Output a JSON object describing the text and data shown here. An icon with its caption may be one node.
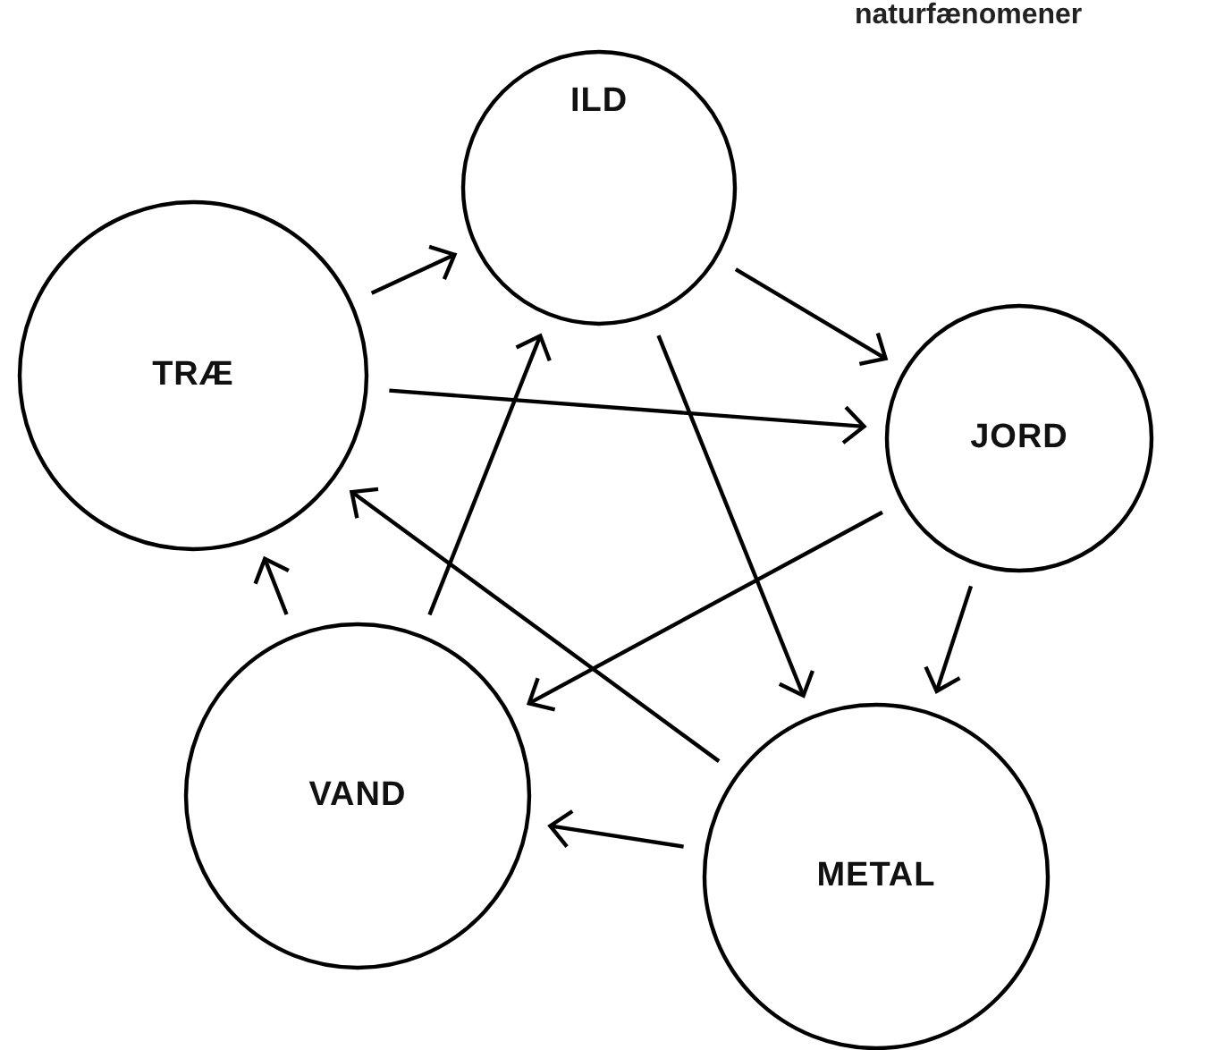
{
  "diagram": {
    "nodes": [
      {
        "text": [
          "ILD"
        ]
      },
      {
        "text": [
          "TRÆ"
        ]
      },
      {
        "text": [
          "JORD"
        ]
      },
      {
        "text": [
          "VAND"
        ]
      },
      {
        "text": [
          "METAL"
        ]
      }
    ],
    "edges": [
      {
        "from": 1,
        "to": 0,
        "arrow": "to"
      },
      {
        "from": 0,
        "to": 2,
        "arrow": "to"
      },
      {
        "from": 2,
        "to": 4,
        "arrow": "to"
      },
      {
        "from": 4,
        "to": 3,
        "arrow": "to"
      },
      {
        "from": 3,
        "to": 1,
        "arrow": "to"
      },
      {
        "from": 1,
        "to": 2,
        "arrow": "to"
      },
      {
        "from": 0,
        "to": 4,
        "arrow": "to"
      },
      {
        "from": 2,
        "to": 3,
        "arrow": "to"
      },
      {
        "from": 4,
        "to": 1,
        "arrow": "to"
      },
      {
        "from": 3,
        "to": 0,
        "arrow": "to"
      }
    ],
    "labels": [
      "naturfænomener"
    ]
  }
}
